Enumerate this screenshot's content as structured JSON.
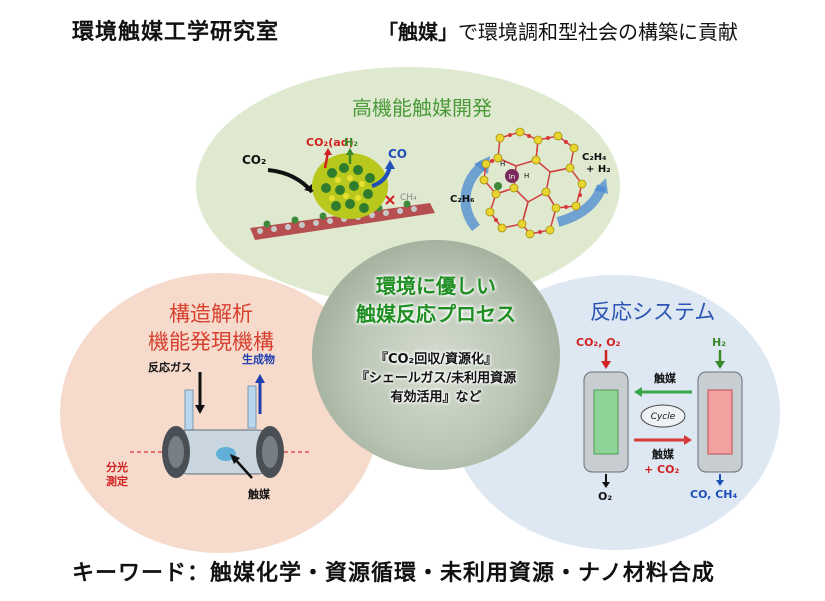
{
  "header": {
    "lab_name": "環境触媒工学研究室",
    "slogan_quote": "「触媒」",
    "slogan_rest": "で環境調和型社会の構築に貢献"
  },
  "top": {
    "title": "高機能触媒開発",
    "co2": "CO₂",
    "co2ad": "CO₂(ad)",
    "h2": "H₂",
    "co": "CO",
    "ch4": "CH₄",
    "c2h6": "C₂H₆",
    "c2h4": "C₂H₄",
    "plus_h2": "+ H₂",
    "in": "In",
    "h_label": "H"
  },
  "left": {
    "title_line1": "構造解析",
    "title_line2": "機能発現機構",
    "reaction_gas": "反応ガス",
    "product": "生成物",
    "spectro_line1": "分光",
    "spectro_line2": "測定",
    "catalyst": "触媒"
  },
  "center": {
    "title_line1": "環境に優しい",
    "title_line2": "触媒反応プロセス",
    "text_line1": "『CO₂回収/資源化』",
    "text_line2": "『シェールガス/未利用資源",
    "text_line3": "有効活用』など"
  },
  "right": {
    "title": "反応システム",
    "co2_o2": "CO₂, O₂",
    "h2": "H₂",
    "catalyst_top": "触媒",
    "cycle": "Cycle",
    "catalyst_bottom": "触媒",
    "plus_co2": "+ CO₂",
    "o2": "O₂",
    "co_ch4": "CO, CH₄"
  },
  "footer": {
    "keywords": "キーワード：触媒化学・資源循環・未利用資源・ナノ材料合成"
  },
  "colors": {
    "top_bg": "#dfe9cf",
    "left_bg": "#f6dbcd",
    "right_bg": "#dde8f3",
    "green_title": "#4a9a3a",
    "red_title": "#d8402e",
    "blue_title": "#2a53b3",
    "center_title": "#1f8f23"
  }
}
